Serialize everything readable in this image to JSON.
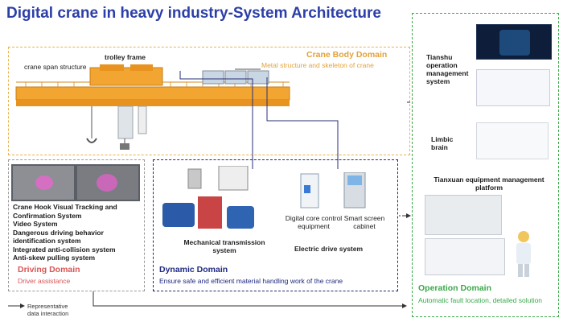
{
  "title": "Digital crane in heavy industry-System Architecture",
  "crane_body": {
    "domain_title": "Crane Body Domain",
    "domain_subtitle": "Metal structure and skeleton of crane",
    "label_span": "crane span structure",
    "label_trolley": "trolley frame"
  },
  "driving": {
    "items": [
      "Crane Hook Visual Tracking and Confirmation System",
      "Video System",
      "Dangerous driving behavior identification system",
      "Integrated anti-collision system",
      "Anti-skew pulling system"
    ],
    "domain_title": "Driving Domain",
    "domain_subtitle": "Driver assistance"
  },
  "dynamic": {
    "mechanical_label": "Mechanical transmission system",
    "core_control_label": "Digital core control equipment",
    "smart_cabinet_label": "Smart screen cabinet",
    "electric_label": "Electric drive system",
    "domain_title": "Dynamic Domain",
    "domain_subtitle": "Ensure safe and efficient material handling work of the crane"
  },
  "operation": {
    "tianshu_label": "Tianshu operation management system",
    "limbic_label": "Limbic brain",
    "tianxuan_label": "Tianxuan equipment management platform",
    "domain_title": "Operation Domain",
    "domain_subtitle": "Automatic fault location, detailed solution"
  },
  "legend": {
    "text": "Representative data interaction"
  },
  "colors": {
    "title": "#2c3fa8",
    "crane_domain": "#e3a23a",
    "driving_domain": "#d85555",
    "dynamic_domain": "#1f2a80",
    "operation_domain": "#3aa84a",
    "crane_body_orange": "#f2a531"
  }
}
